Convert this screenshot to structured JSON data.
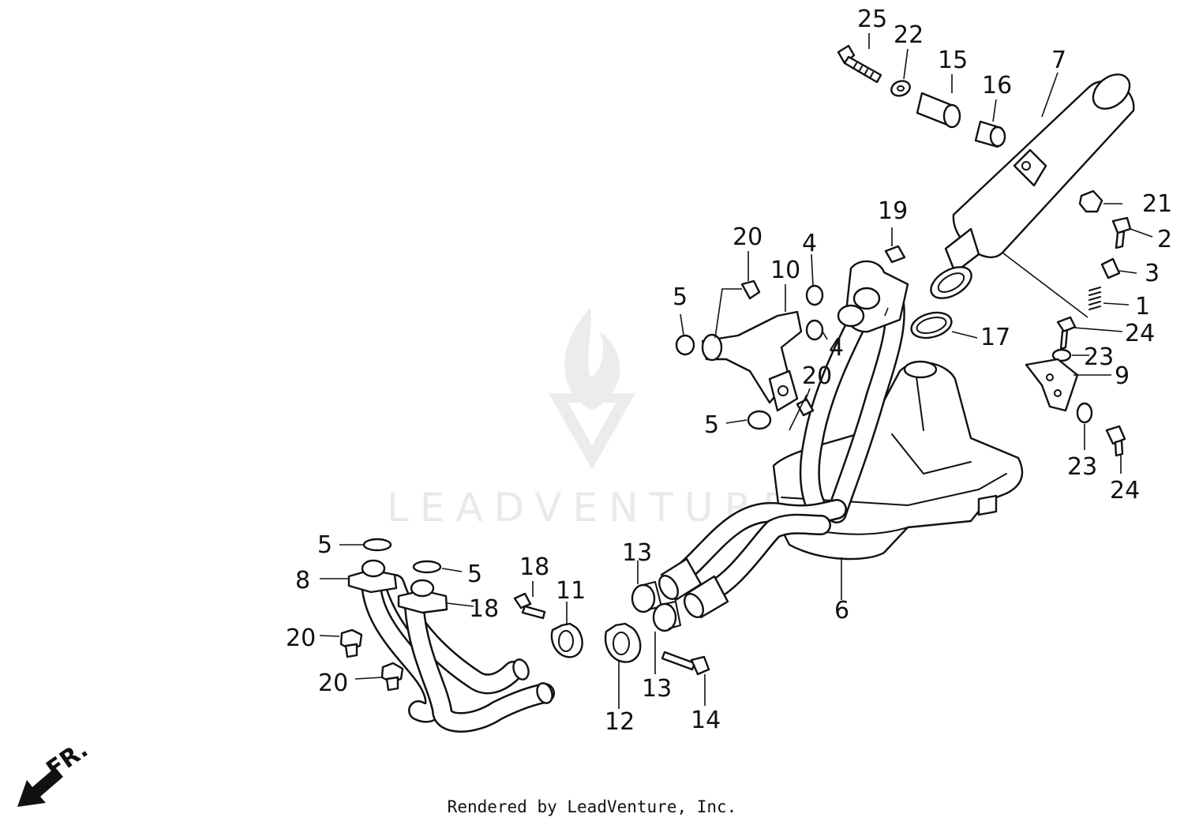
{
  "watermark": {
    "text": "LEADVENTURE"
  },
  "direction_indicator": {
    "label": "FR."
  },
  "callouts": [
    "1",
    "2",
    "3",
    "4",
    "4",
    "5",
    "5",
    "5",
    "5",
    "6",
    "7",
    "8",
    "9",
    "10",
    "11",
    "12",
    "13",
    "13",
    "14",
    "15",
    "16",
    "17",
    "18",
    "18",
    "19",
    "20",
    "20",
    "20",
    "20",
    "21",
    "22",
    "23",
    "23",
    "24",
    "24",
    "25"
  ],
  "footer": {
    "credit": "Rendered by LeadVenture, Inc."
  }
}
